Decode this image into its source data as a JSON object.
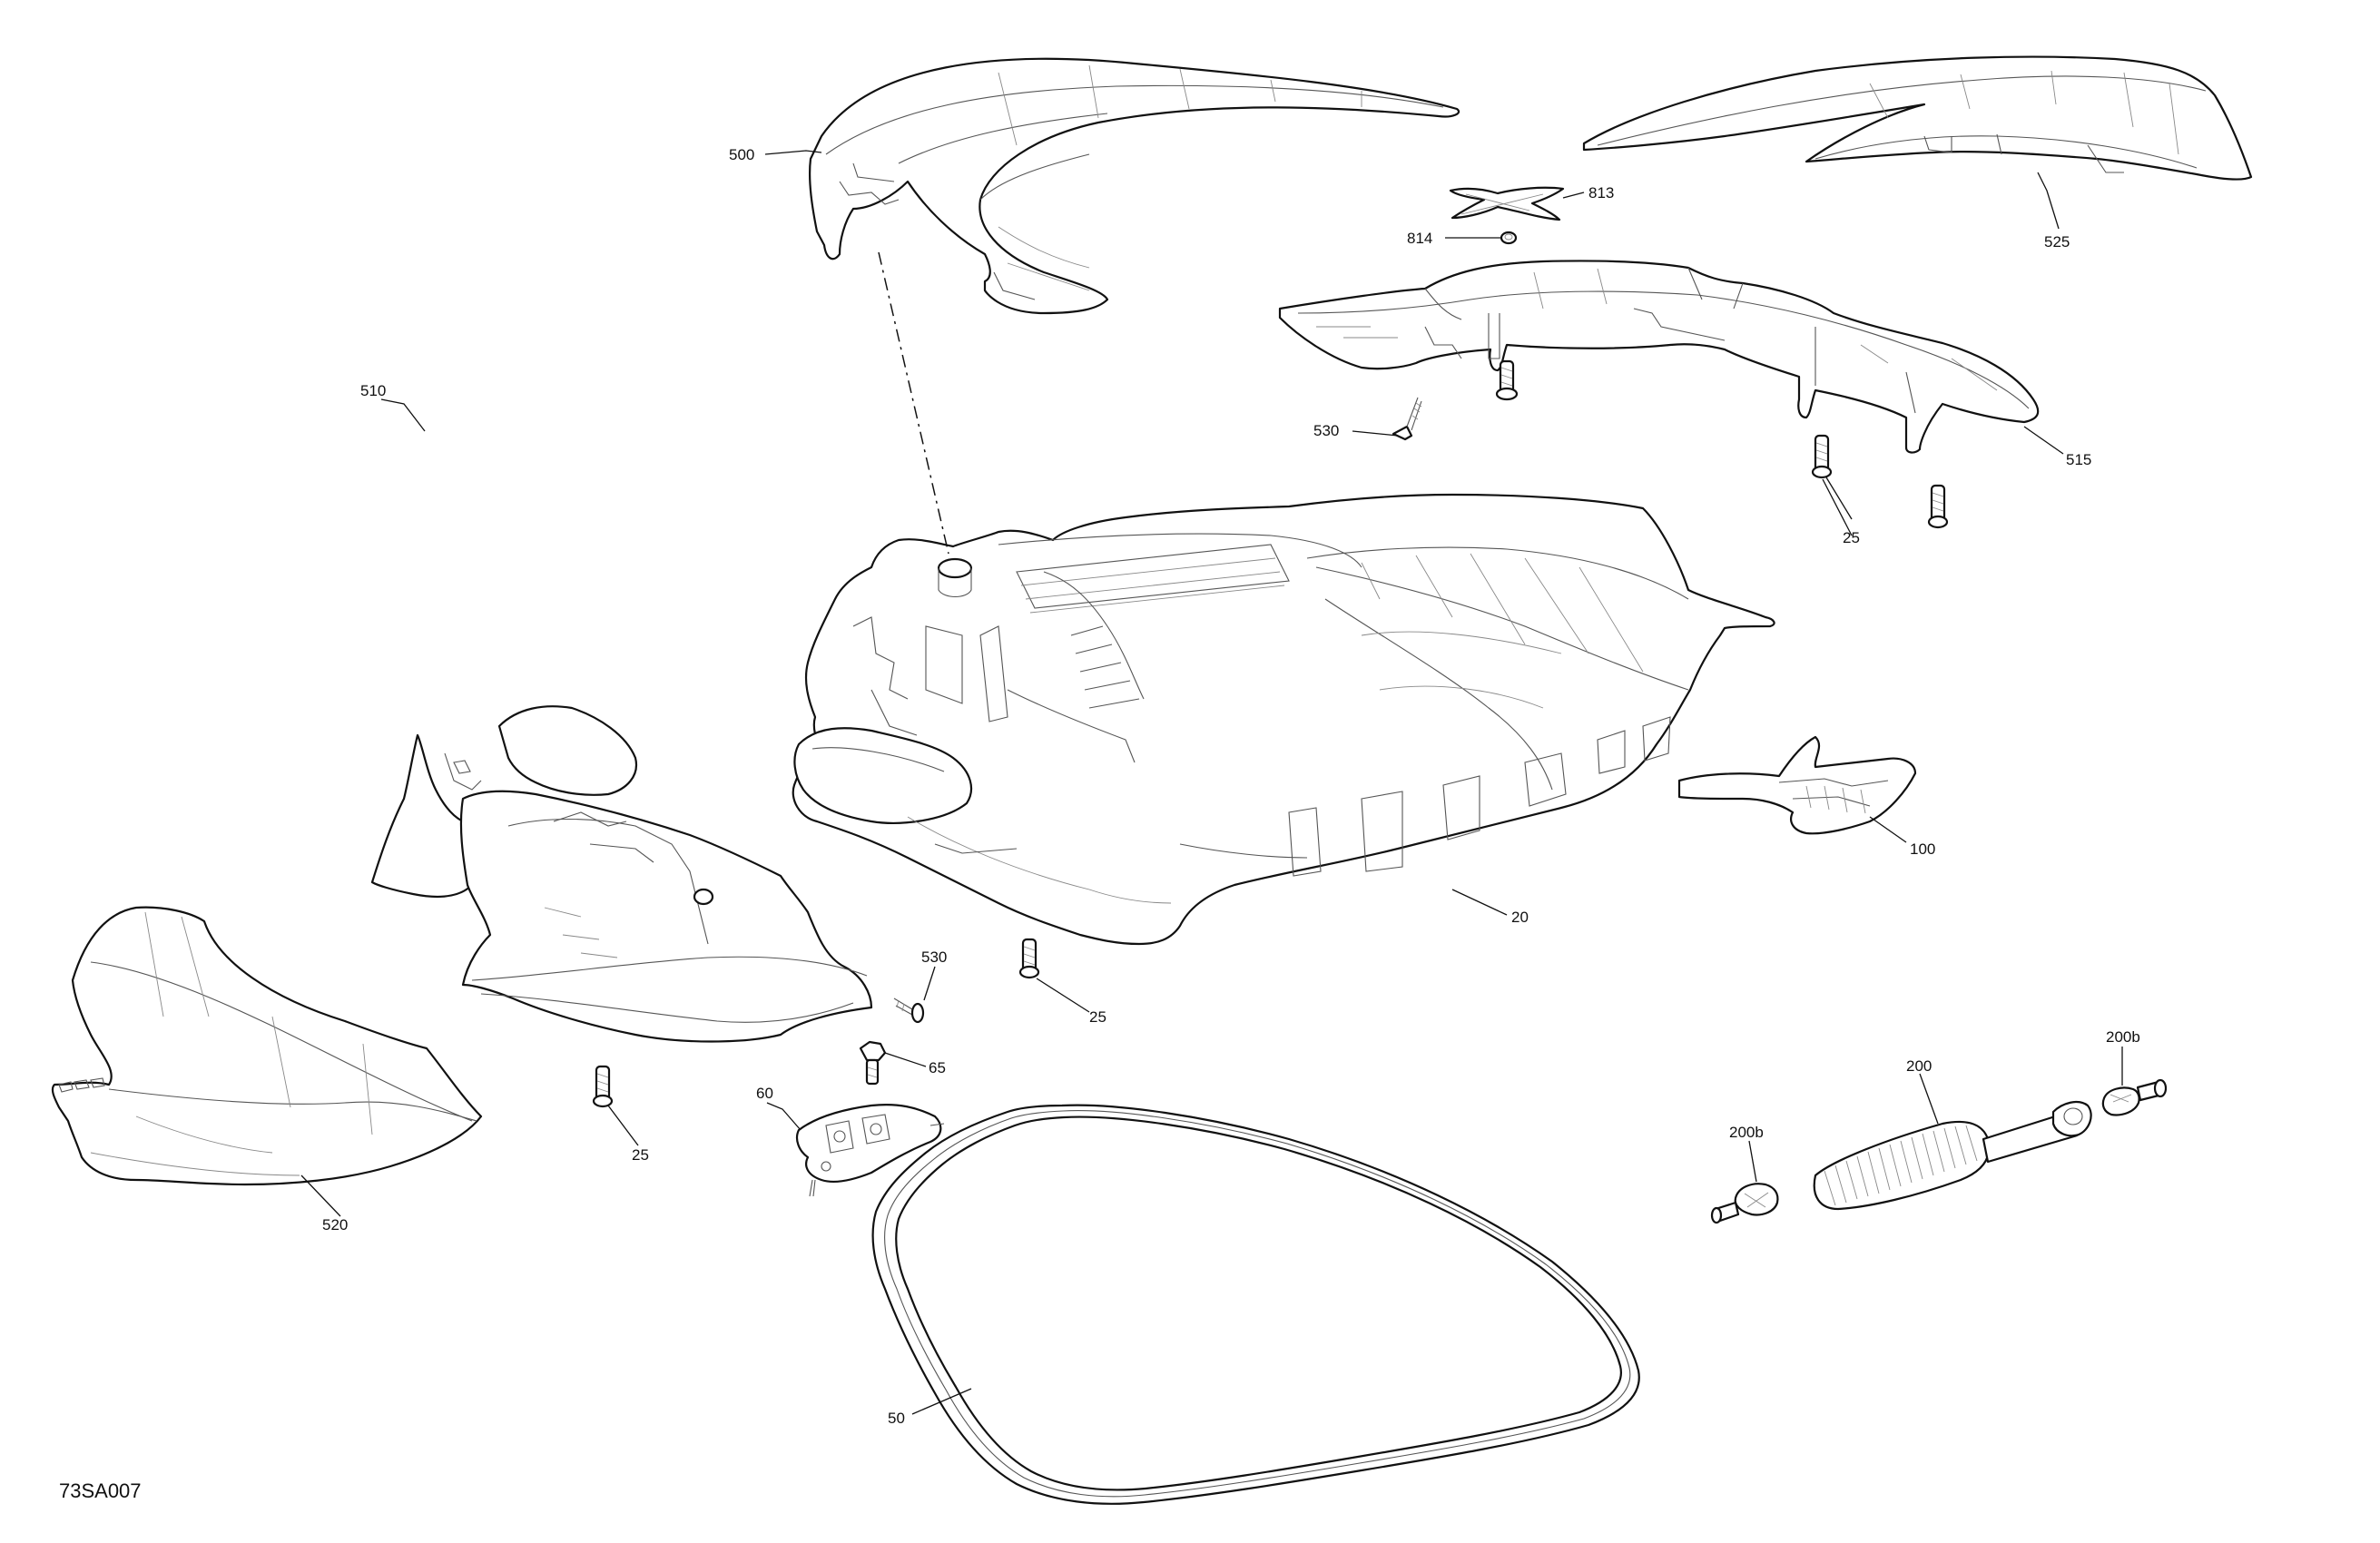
{
  "diagram_code": "73SA007",
  "callouts": {
    "p500": "500",
    "p525": "525",
    "p813": "813",
    "p814": "814",
    "p530a": "530",
    "p515": "515",
    "p25a": "25",
    "p510": "510",
    "p100": "100",
    "p20": "20",
    "p530b": "530",
    "p25b": "25",
    "p65": "65",
    "p60": "60",
    "p25c": "25",
    "p520": "520",
    "p200b_right": "200b",
    "p200": "200",
    "p200b_left": "200b",
    "p50": "50"
  }
}
